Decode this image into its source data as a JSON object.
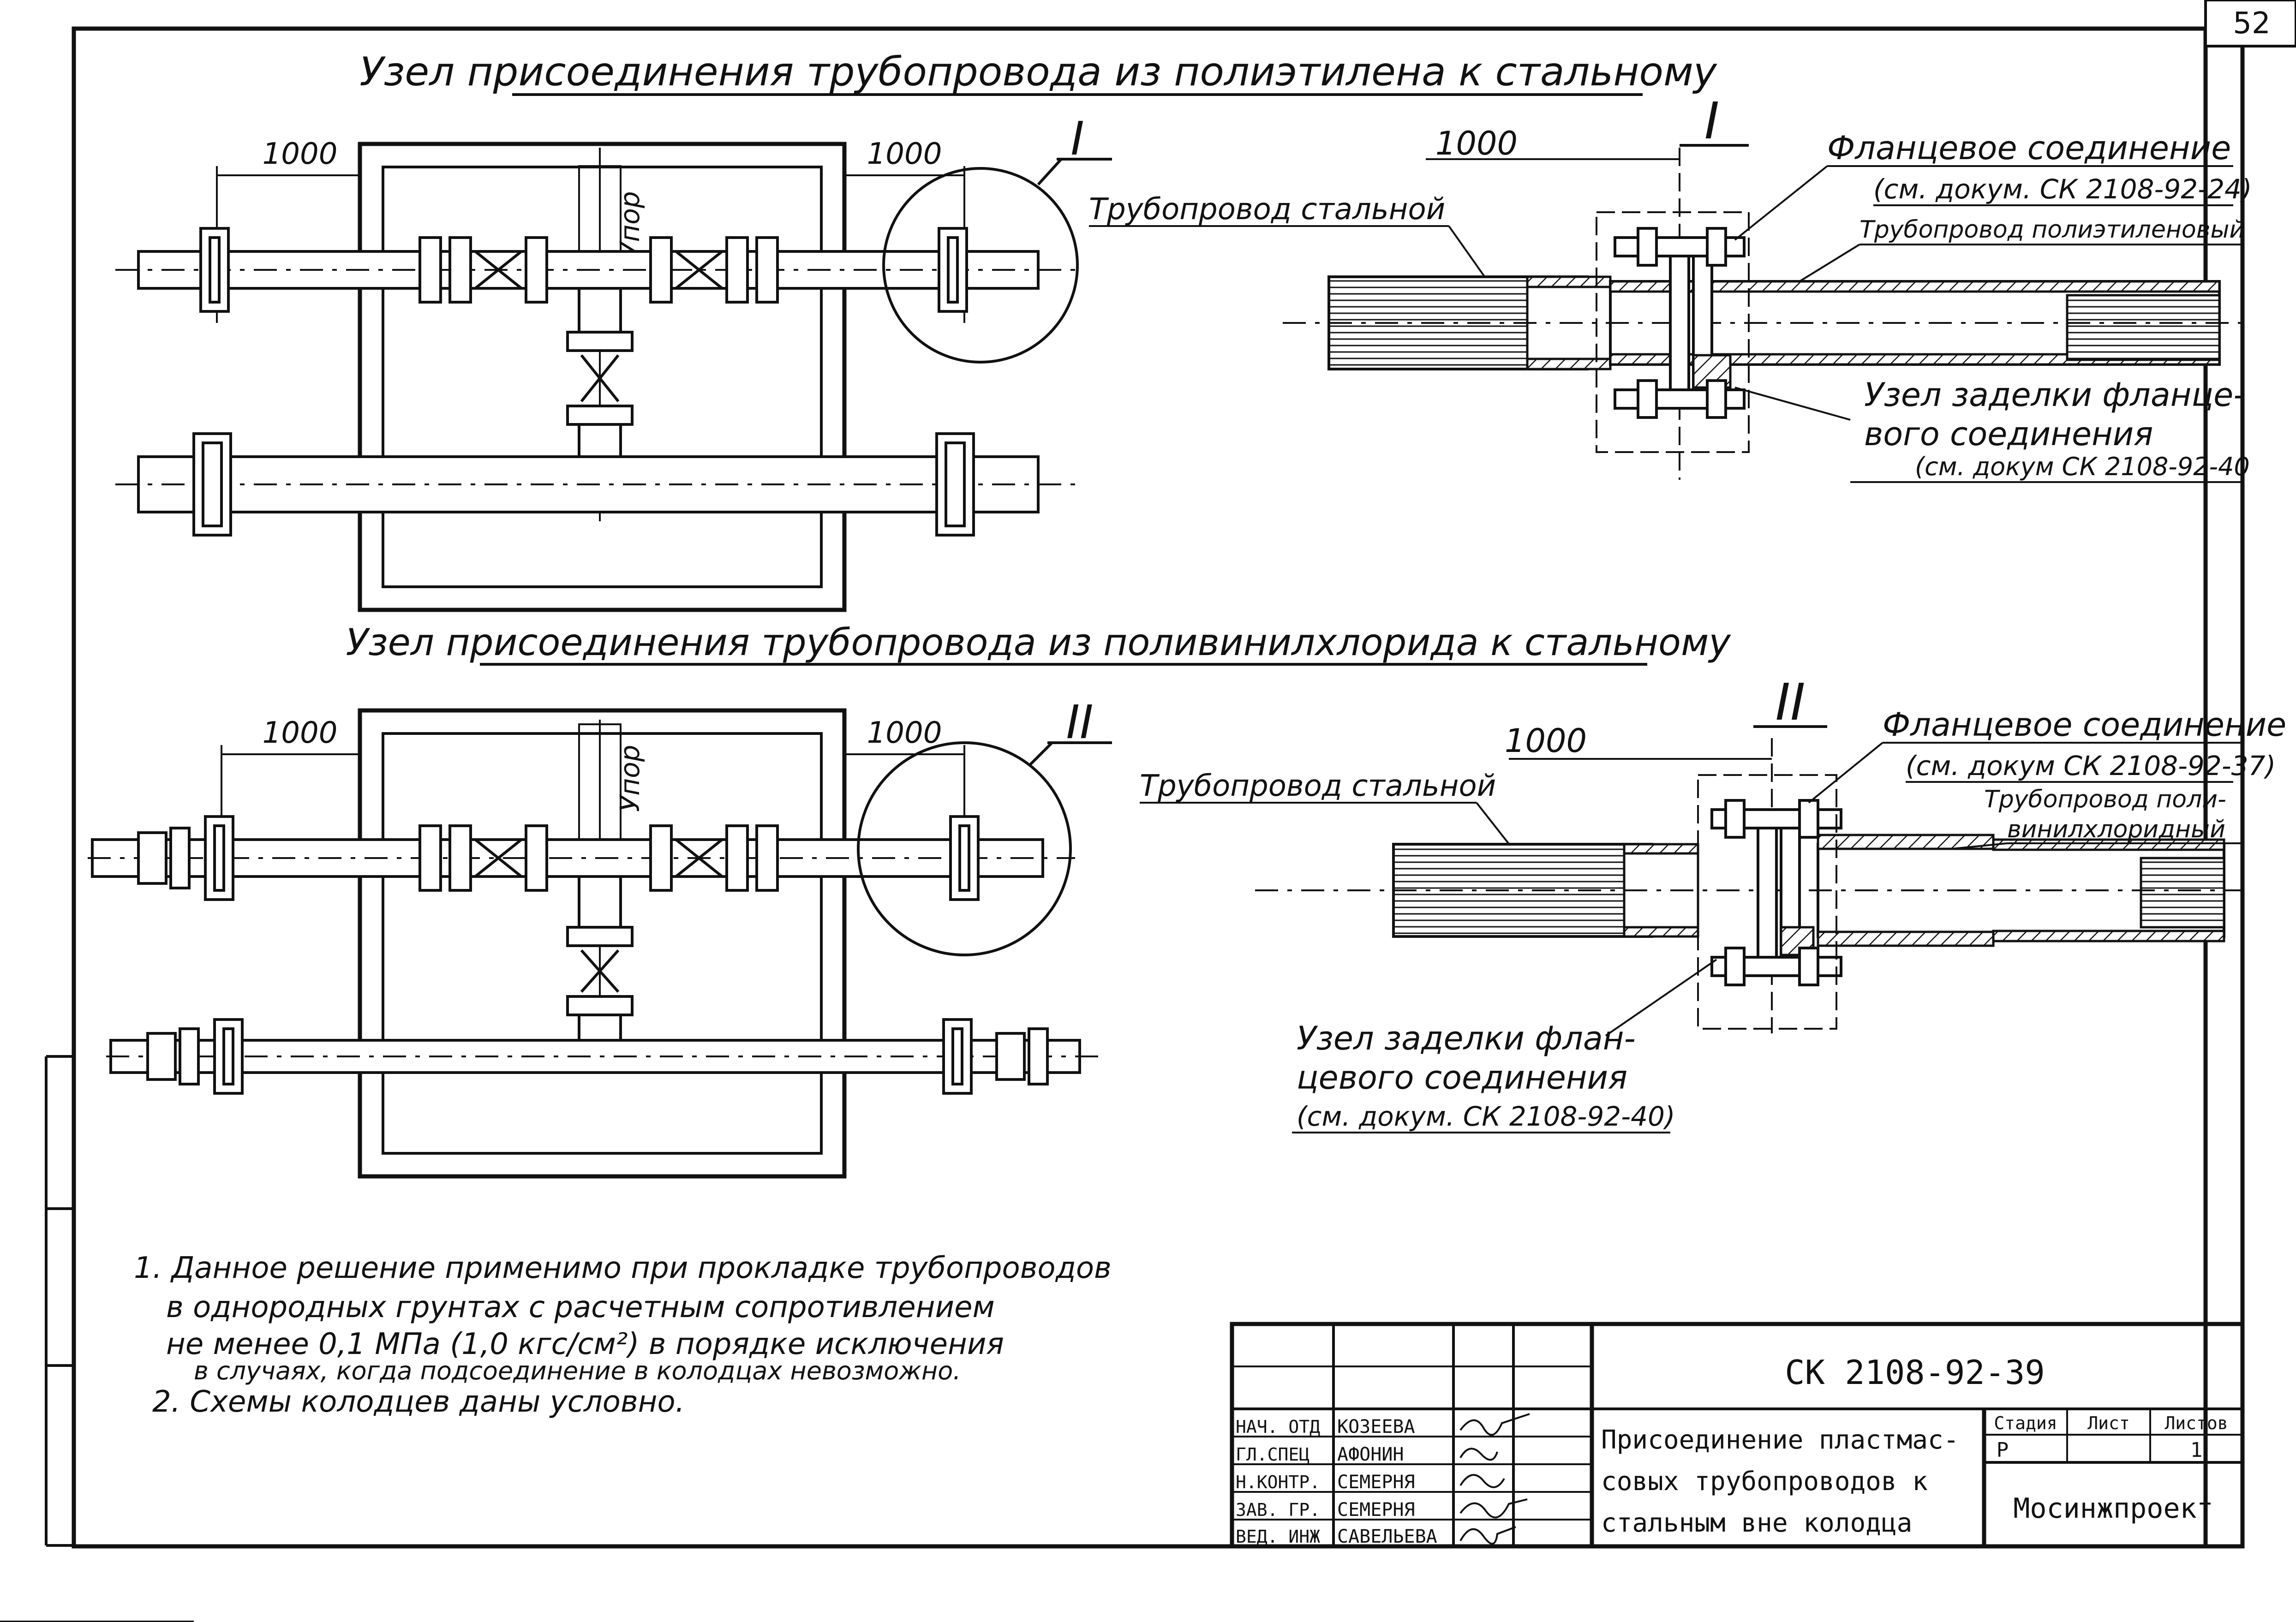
{
  "sheet_number": "52",
  "top_section": {
    "title": "Узел присоединения трубопровода из полиэтилена к стальному",
    "dim_left": "1000",
    "dim_right": "1000",
    "upor": "Упор",
    "node_mark": "I",
    "detail": {
      "mark": "I",
      "dim": "1000",
      "steel_pipe": "Трубопровод стальной",
      "flange_title": "Фланцевое соединение",
      "flange_ref": "(см. докум. СК 2108-92-24)",
      "plastic_pipe": "Трубопровод полиэтиленовый",
      "seal_line1": "Узел заделки фланце-",
      "seal_line2": "вого соединения",
      "seal_ref": "(см. докум СК 2108-92-40"
    }
  },
  "bottom_section": {
    "title": "Узел присоединения трубопровода из поливинилхлорида к стальному",
    "dim_left": "1000",
    "dim_right": "1000",
    "upor": "Упор",
    "node_mark": "II",
    "detail": {
      "mark": "II",
      "dim": "1000",
      "steel_pipe": "Трубопровод стальной",
      "flange_title": "Фланцевое соединение",
      "flange_ref": "(см. докум СК 2108-92-37)",
      "plastic_line1": "Трубопровод поли-",
      "plastic_line2": "винилхлоридный",
      "seal_line1": "Узел заделки флан-",
      "seal_line2": "цевого соединения",
      "seal_ref": "(см. докум. СК 2108-92-40)"
    }
  },
  "notes": {
    "n1_line1": "1. Данное решение применимо при прокладке трубопроводов",
    "n1_line2": "в однородных грунтах с расчетным сопротивлением",
    "n1_line3": "не менее 0,1 МПа (1,0 кгс/см²) в порядке исключения",
    "n1_line4": "в случаях, когда подсоединение в колодцах невозможно.",
    "n2": "2. Схемы колодцев даны условно."
  },
  "title_block": {
    "doc_code": "СК 2108-92-39",
    "roles": [
      "НАЧ. ОТД",
      "ГЛ.СПЕЦ",
      "Н.КОНТР.",
      "ЗАВ. ГР.",
      "ВЕД. ИНЖ"
    ],
    "names": [
      "КОЗЕЕВА",
      "АФОНИН",
      "СЕМЕРНЯ",
      "СЕМЕРНЯ",
      "САВЕЛЬЕВА"
    ],
    "title_line1": "Присоединение пластмас-",
    "title_line2": "совых трубопроводов к",
    "title_line3": "стальным вне колодца",
    "stage_label": "Стадия",
    "sheet_label": "Лист",
    "sheets_label": "Листов",
    "stage_value": "Р",
    "sheets_value": "1",
    "organization": "Мосинжпроект"
  }
}
